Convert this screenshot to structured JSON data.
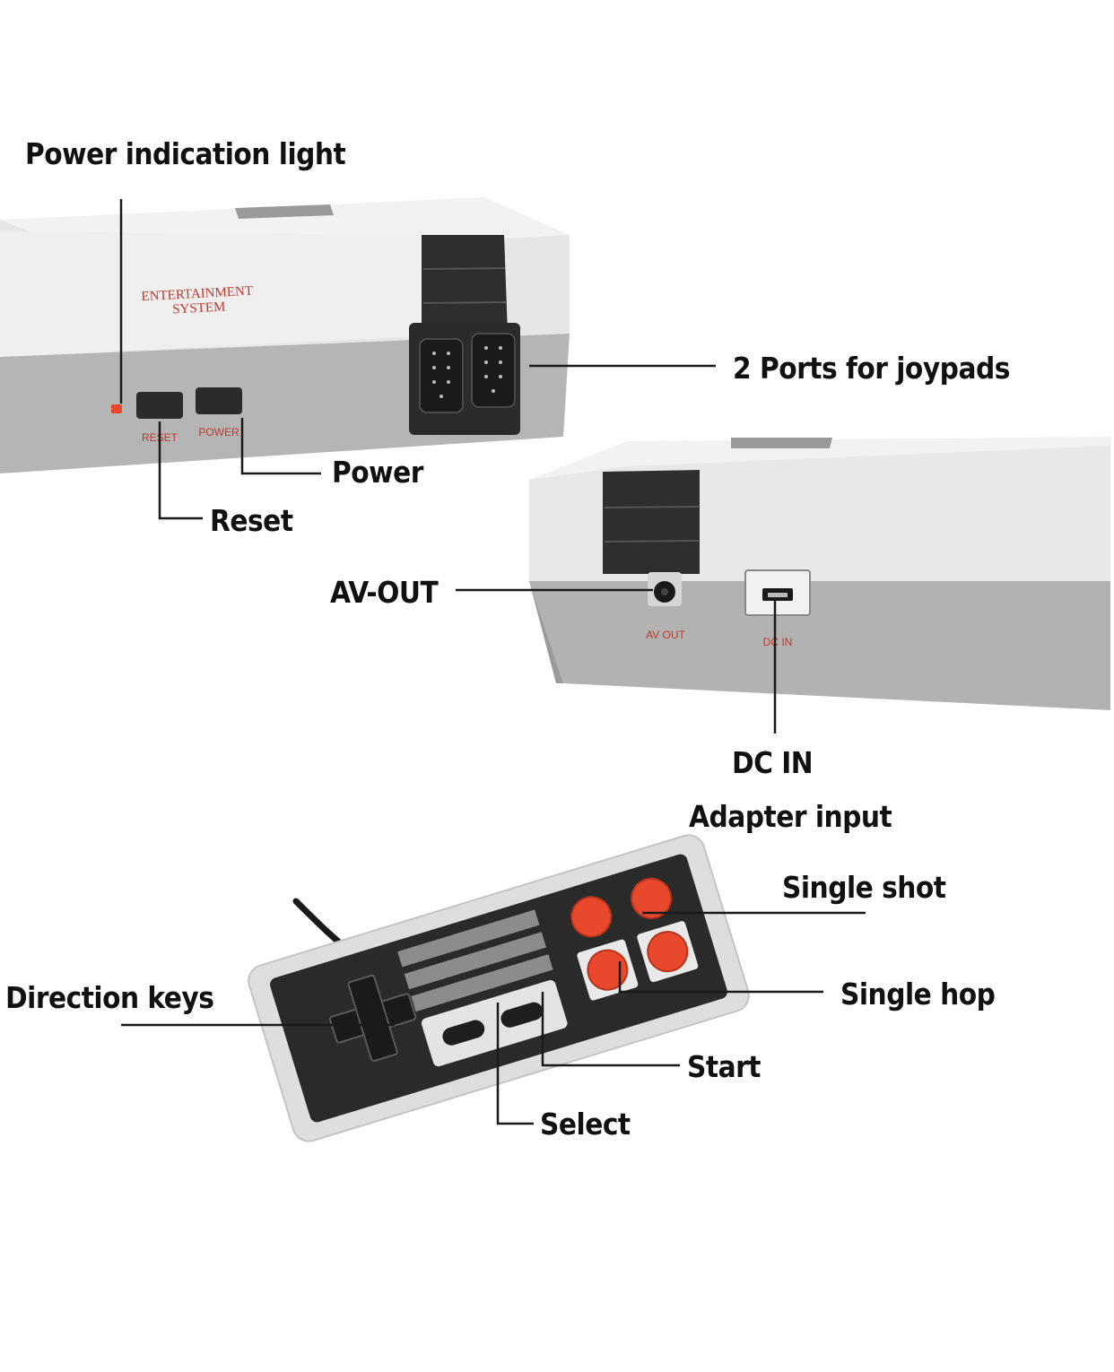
{
  "console_front": {
    "brand_lines": [
      "ENTERTAINMENT",
      "SYSTEM"
    ],
    "button_labels": {
      "reset": "RESET",
      "power": "POWER"
    }
  },
  "console_back": {
    "port_labels": {
      "av": "AV OUT",
      "dc": "DC IN"
    }
  },
  "callouts": {
    "power_light": "Power indication light",
    "joypad_ports": "2 Ports for joypads",
    "power": "Power",
    "reset": "Reset",
    "av_out": "AV-OUT",
    "dc_in": "DC IN",
    "adapter_input": "Adapter input",
    "single_shot": "Single shot",
    "single_hop": "Single hop",
    "direction_keys": "Direction keys",
    "start": "Start",
    "select": "Select"
  },
  "colors": {
    "shell_light": "#e9e9e9",
    "shell_grey": "#b3b3b3",
    "shell_dark": "#2b2b2b",
    "button_red": "#e8492c",
    "label_red": "#c0392b"
  }
}
